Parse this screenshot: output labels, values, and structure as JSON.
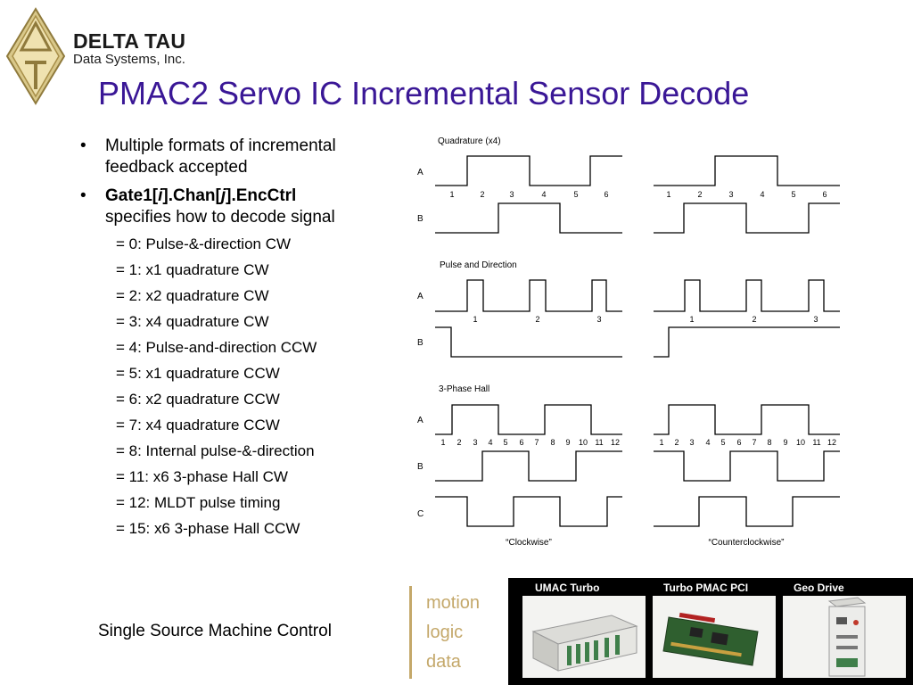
{
  "header": {
    "company_name": "DELTA TAU",
    "company_sub": "Data Systems, Inc.",
    "title": "PMAC2 Servo IC Incremental Sensor Decode",
    "logo_icon": "delta-tau-logo-icon",
    "accent_color": "#3a1796"
  },
  "bullets": {
    "b1_line1": "Multiple formats of incremental",
    "b1_line2": "feedback accepted",
    "b2_code_a": "Gate1[",
    "b2_code_i": "i",
    "b2_code_b": "].Chan[",
    "b2_code_j": "j",
    "b2_code_c": "].EncCtrl",
    "b2_line2": "specifies how to decode signal",
    "modes": [
      "= 0: Pulse-&-direction CW",
      "= 1: x1 quadrature CW",
      "= 2: x2 quadrature CW",
      "= 3: x4 quadrature CW",
      "= 4: Pulse-and-direction CCW",
      "= 5: x1 quadrature CCW",
      "= 6: x2 quadrature CCW",
      "= 7: x4 quadrature CCW",
      "= 8: Internal pulse-&-direction",
      "= 11: x6 3-phase Hall CW",
      "= 12: MLDT pulse timing",
      "= 15: x6 3-phase Hall CCW"
    ]
  },
  "diagram": {
    "quad_title": "Quadrature (x4)",
    "pd_title": "Pulse and Direction",
    "hall_title": "3-Phase Hall",
    "label_a": "A",
    "label_b": "B",
    "label_c": "C",
    "quad_numbers": [
      "1",
      "2",
      "3",
      "4",
      "5",
      "6"
    ],
    "pd_numbers": [
      "1",
      "2",
      "3"
    ],
    "hall_numbers": [
      "1",
      "2",
      "3",
      "4",
      "5",
      "6",
      "7",
      "8",
      "9",
      "10",
      "11",
      "12"
    ],
    "cw_label": "“Clockwise”",
    "ccw_label": "“Counterclockwise”"
  },
  "footer": {
    "text": "Single Source Machine Control",
    "tagline": [
      "motion",
      "logic",
      "data"
    ],
    "tagline_color": "#c4a86a",
    "products": [
      "UMAC Turbo",
      "Turbo PMAC PCI",
      "Geo Drive"
    ]
  }
}
